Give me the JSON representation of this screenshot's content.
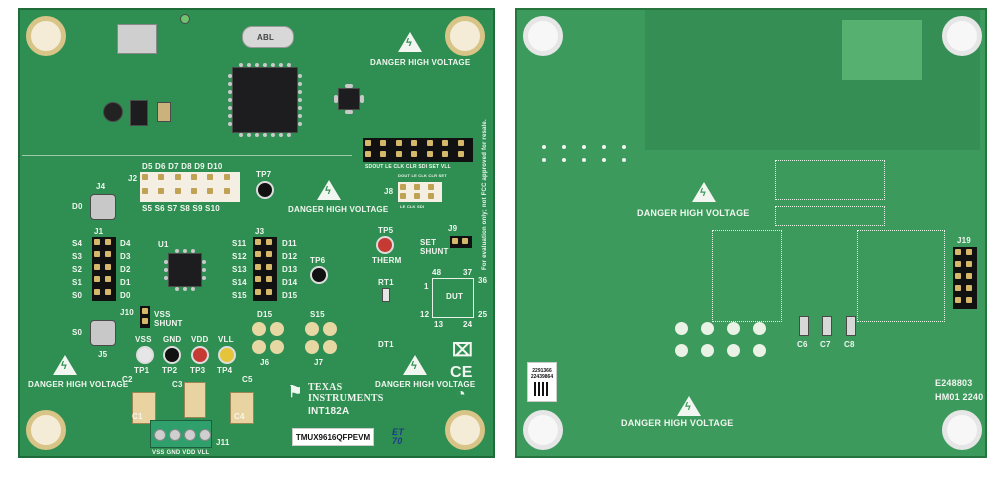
{
  "front": {
    "danger_labels": [
      "DANGER HIGH VOLTAGE",
      "DANGER HIGH VOLTAGE",
      "DANGER HIGH VOLTAGE",
      "DANGER HIGH VOLTAGE"
    ],
    "eval_note": "For evaluation only; not FCC approved for resale.",
    "headers": {
      "j2": "J2",
      "j3": "J3",
      "j1": "J1",
      "j4": "J4",
      "j5": "J5",
      "j6": "J6",
      "j7": "J7",
      "j8": "J8",
      "j9": "J9",
      "j10": "J10",
      "j11": "J11"
    },
    "j2_top": "D5 D6 D7 D8 D9 D10",
    "j2_bottom": "S5 S6 S7 S8 S9 S10",
    "left_labels": [
      "S4",
      "S3",
      "S2",
      "S1",
      "S0"
    ],
    "left_d_labels": [
      "D4",
      "D3",
      "D2",
      "D1",
      "D0"
    ],
    "right_s_labels": [
      "S11",
      "S12",
      "S13",
      "S14",
      "S15"
    ],
    "right_d_labels": [
      "D11",
      "D12",
      "D13",
      "D14",
      "D15"
    ],
    "d0": "D0",
    "s0": "S0",
    "u1": "U1",
    "tp_labels": {
      "tp1": "TP1",
      "tp2": "TP2",
      "tp3": "TP3",
      "tp4": "TP4",
      "tp5": "TP5",
      "tp6": "TP6",
      "tp7": "TP7"
    },
    "rail_labels": {
      "vss": "VSS",
      "gnd": "GND",
      "vdd": "VDD",
      "vll": "VLL"
    },
    "therm": "THERM",
    "set_shunt": "SET SHUNT",
    "vss_shunt": "VSS SHUNT",
    "dut": "DUT",
    "dut_pins": {
      "p48": "48",
      "p37": "37",
      "p36": "36",
      "p1": "1",
      "p12": "12",
      "p13": "13",
      "p24": "24",
      "p25": "25"
    },
    "rt1": "RT1",
    "dt1": "DT1",
    "d15": "D15",
    "s15": "S15",
    "caps": {
      "c1": "C1",
      "c2": "C2",
      "c3": "C3",
      "c4": "C4",
      "c5": "C5"
    },
    "j8_top": "DOUT LE CLK CLR SET",
    "j8_bottom": "LE CLK SDI",
    "j_row": "SDOUT LE CLK CLR SDI SET VLL",
    "logo_line1": "TEXAS",
    "logo_line2": "INSTRUMENTS",
    "board_id": "INT182A",
    "part_sticker": "TMUX9616QFPEVM",
    "terminal_labels": "VSS GND VDD VLL",
    "crystal": "ABL",
    "stamp": "ET 70"
  },
  "back": {
    "danger_labels": [
      "DANGER HIGH VOLTAGE",
      "DANGER HIGH VOLTAGE"
    ],
    "j19": "J19",
    "caps": {
      "c6": "C6",
      "c7": "C7",
      "c8": "C8"
    },
    "ul_code": "E248803",
    "date_code": "HM01 2240",
    "sticker_line1": "2291366",
    "sticker_line2": "22439864"
  },
  "colors": {
    "board_front": "#2f8f52",
    "board_back": "#3c9a5d",
    "silkscreen": "#f2f6f0",
    "mount_hole": "#f4ecd6"
  }
}
